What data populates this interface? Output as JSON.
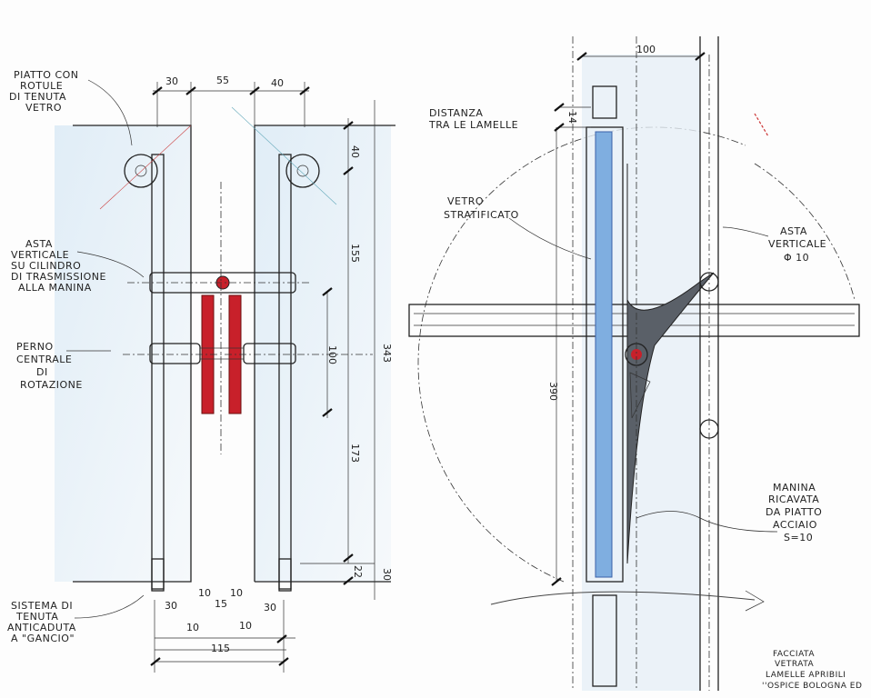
{
  "left_view": {
    "label_plate": [
      "PIATTO CON",
      "ROTULE",
      "DI TENUTA",
      "VETRO"
    ],
    "label_rod": [
      "ASTA",
      "VERTICALE",
      "SU CILINDRO",
      "DI TRASMISSIONE",
      "ALLA MANINA"
    ],
    "label_pivot": [
      "PERNO",
      "CENTRALE",
      "DI",
      "ROTAZIONE"
    ],
    "label_hook": [
      "SISTEMA DI",
      "TENUTA",
      "ANTICADUTA",
      "A \"GANCIO\""
    ],
    "dims_top": [
      "30",
      "55",
      "40"
    ],
    "dims_right": {
      "d40": "40",
      "d155": "155",
      "d100": "100",
      "d343": "343",
      "d173": "173",
      "d22": "22",
      "d30": "30"
    },
    "dims_bottom": {
      "a30": "30",
      "b10": "10",
      "c10": "10",
      "d15": "15",
      "e10": "10",
      "f10": "10",
      "g30": "30",
      "total": "115"
    }
  },
  "right_view": {
    "dim_top": "100",
    "label_distance": [
      "DISTANZA",
      "TRA LE LAMELLE"
    ],
    "dim_distance": "14",
    "label_glass": [
      "VETRO",
      "STRATIFICATO"
    ],
    "label_rod": [
      "ASTA",
      "VERTICALE",
      "Φ 10"
    ],
    "dim_height": "390",
    "label_handle": [
      "MANINA",
      "RICAVATA",
      "DA PIATTO",
      "ACCIAIO",
      "S=10"
    ],
    "caption": [
      "FACCIATA",
      "VETRATA",
      "LAMELLE APRIBILI",
      "''OSPICE BOLOGNA ED"
    ]
  },
  "colors": {
    "glass": "#cfe3f1",
    "glass_dark": "#5b8fd0",
    "pivot_red": "#c8202a",
    "steel": "#5a6068"
  }
}
